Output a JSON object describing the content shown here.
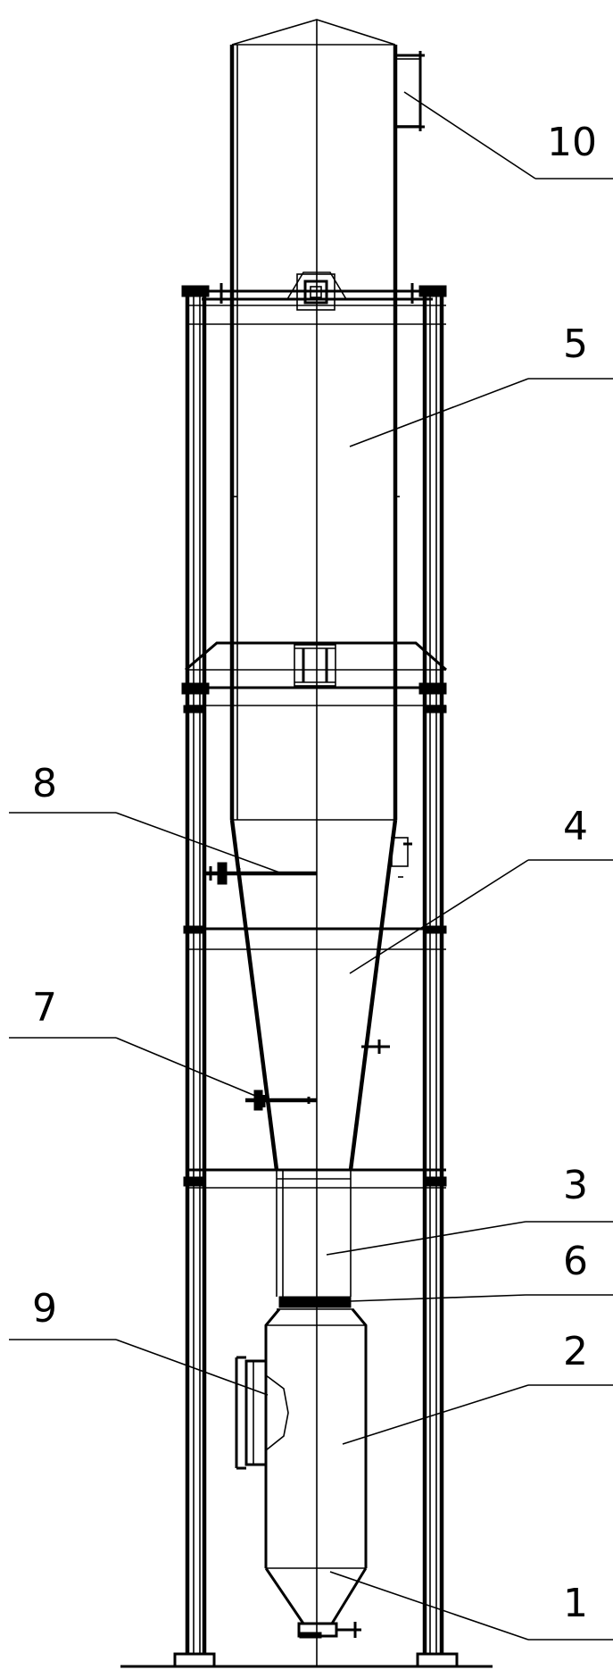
{
  "labels": [
    "10",
    "5",
    "8",
    "4",
    "7",
    "3",
    "6",
    "9",
    "2",
    "1"
  ]
}
